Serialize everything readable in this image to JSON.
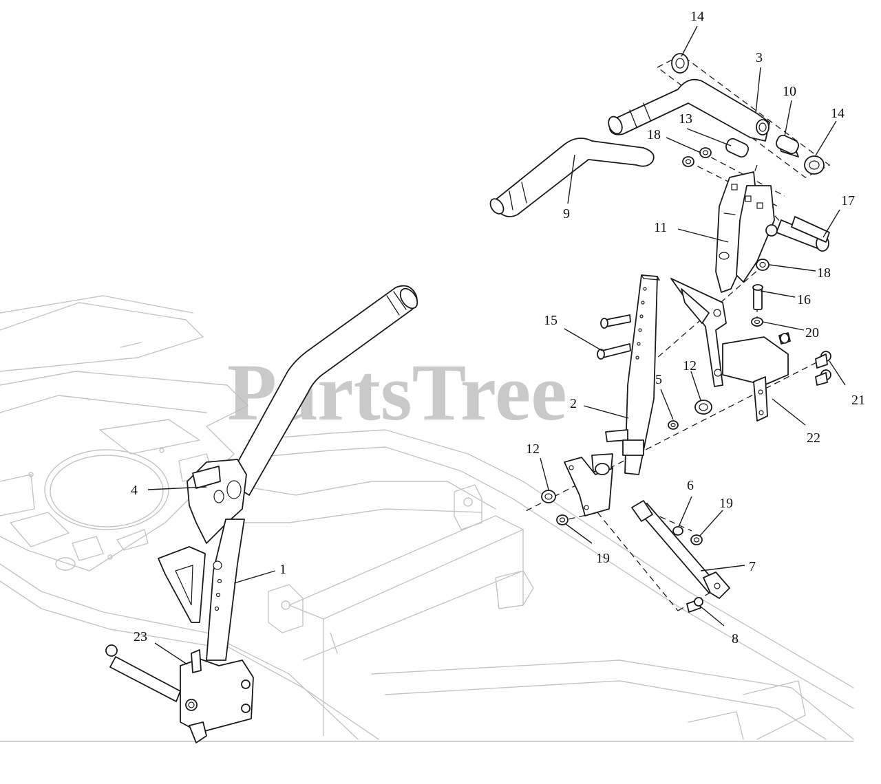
{
  "watermark": "PartsTree",
  "colors": {
    "line": "#1a1a1a",
    "frame": "#c4c4c4",
    "watermark": "#b8b8b8"
  },
  "callouts": {
    "c1": "1",
    "c2": "2",
    "c3": "3",
    "c4": "4",
    "c5": "5",
    "c6": "6",
    "c7": "7",
    "c8": "8",
    "c9": "9",
    "c10": "10",
    "c11": "11",
    "c12a": "12",
    "c12b": "12",
    "c13": "13",
    "c14a": "14",
    "c14b": "14",
    "c15": "15",
    "c16": "16",
    "c17": "17",
    "c18a": "18",
    "c18b": "18",
    "c19a": "19",
    "c19b": "19",
    "c20": "20",
    "c21": "21",
    "c22": "22",
    "c23": "23"
  }
}
